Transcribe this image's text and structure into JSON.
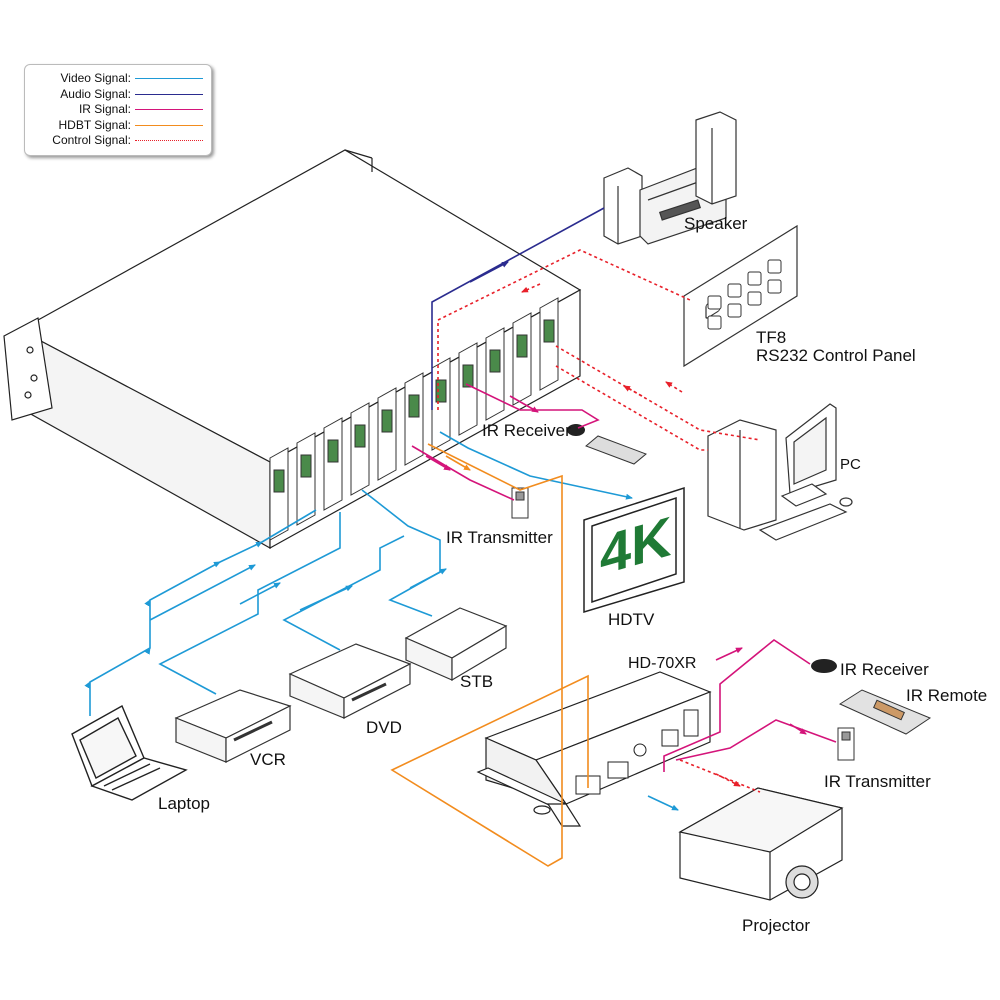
{
  "legend": {
    "items": [
      {
        "label": "Video Signal:",
        "color": "#1e9ad6",
        "style": "solid"
      },
      {
        "label": "Audio Signal:",
        "color": "#2b2c8f",
        "style": "solid"
      },
      {
        "label": "IR  Signal:",
        "color": "#d4147a",
        "style": "solid"
      },
      {
        "label": "HDBT  Signal:",
        "color": "#f28c1e",
        "style": "solid"
      },
      {
        "label": "Control  Signal:",
        "color": "#e8202a",
        "style": "dotted"
      }
    ]
  },
  "devices": {
    "speaker": "Speaker",
    "panel_name": "TF8",
    "panel_desc": "RS232 Control Panel",
    "pc": "PC",
    "ir_receiver_top": "IR Receiver",
    "ir_transmitter_top": "IR Transmitter",
    "hdtv": "HDTV",
    "hdtv_screen": "4K",
    "receiver_model": "HD-70XR",
    "ir_receiver_bottom": "IR Receiver",
    "ir_remote": "IR Remote",
    "ir_transmitter_bottom": "IR Transmitter",
    "projector": "Projector",
    "stb": "STB",
    "dvd": "DVD",
    "vcr": "VCR",
    "laptop": "Laptop"
  }
}
